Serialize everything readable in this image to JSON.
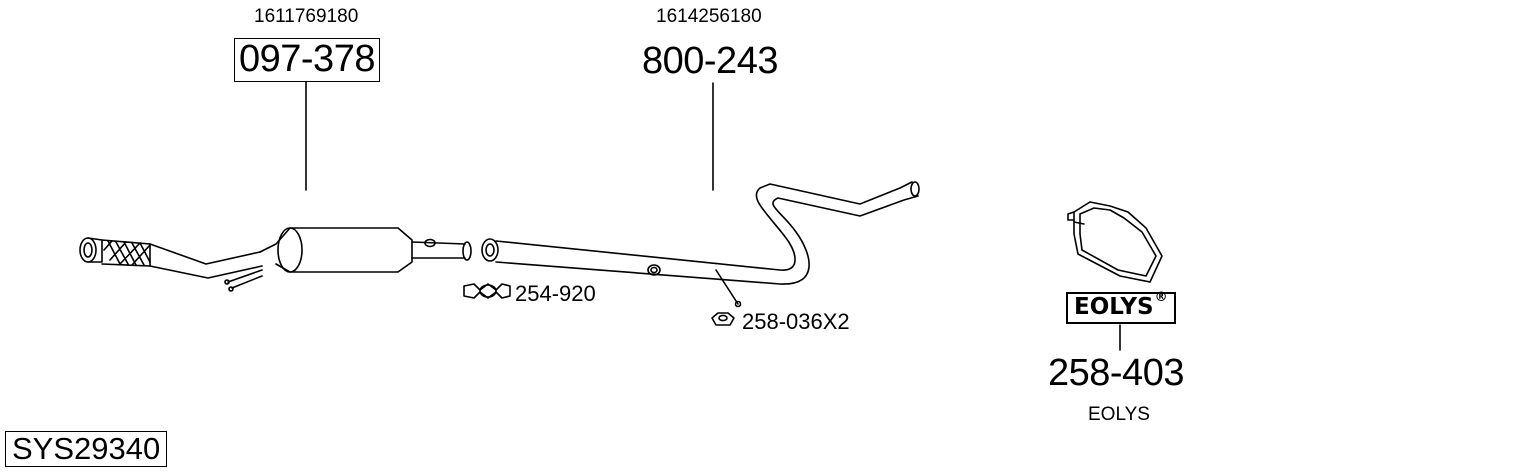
{
  "parts": {
    "catalyst": {
      "oem": "1611769180",
      "part": "097-378"
    },
    "pipe": {
      "oem": "1614256180",
      "part": "800-243"
    },
    "clamp": {
      "part": "254-920"
    },
    "nut": {
      "part": "258-036X2"
    },
    "additive": {
      "logo": "EOLYS",
      "logo_mark": "®",
      "part": "258-403",
      "caption": "EOLYS"
    }
  },
  "system_code": "SYS29340",
  "colors": {
    "line": "#000000",
    "background": "#ffffff"
  },
  "icons": [
    "flex-pipe-icon",
    "catalyst-icon",
    "pipe-icon",
    "clamp-icon",
    "nut-icon",
    "additive-tank-icon"
  ]
}
